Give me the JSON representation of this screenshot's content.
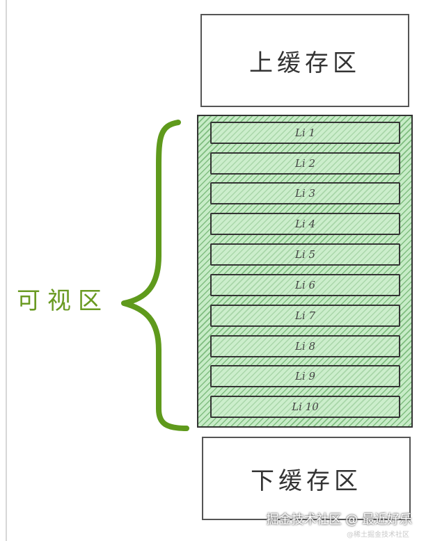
{
  "upper_cache": {
    "label": "上缓存区"
  },
  "lower_cache": {
    "label": "下缓存区"
  },
  "viewport": {
    "label": "可视区"
  },
  "list_items": [
    "Li 1",
    "Li 2",
    "Li 3",
    "Li 4",
    "Li 5",
    "Li 6",
    "Li 7",
    "Li 8",
    "Li 9",
    "Li 10"
  ],
  "watermark": {
    "main": "掘金技术社区 @ 最近好乐",
    "sub": "@稀土掘金技术社区"
  },
  "colors": {
    "viewport_accent": "#6a9a22",
    "viewport_fill": "#c7ecc7",
    "border": "#333333"
  }
}
